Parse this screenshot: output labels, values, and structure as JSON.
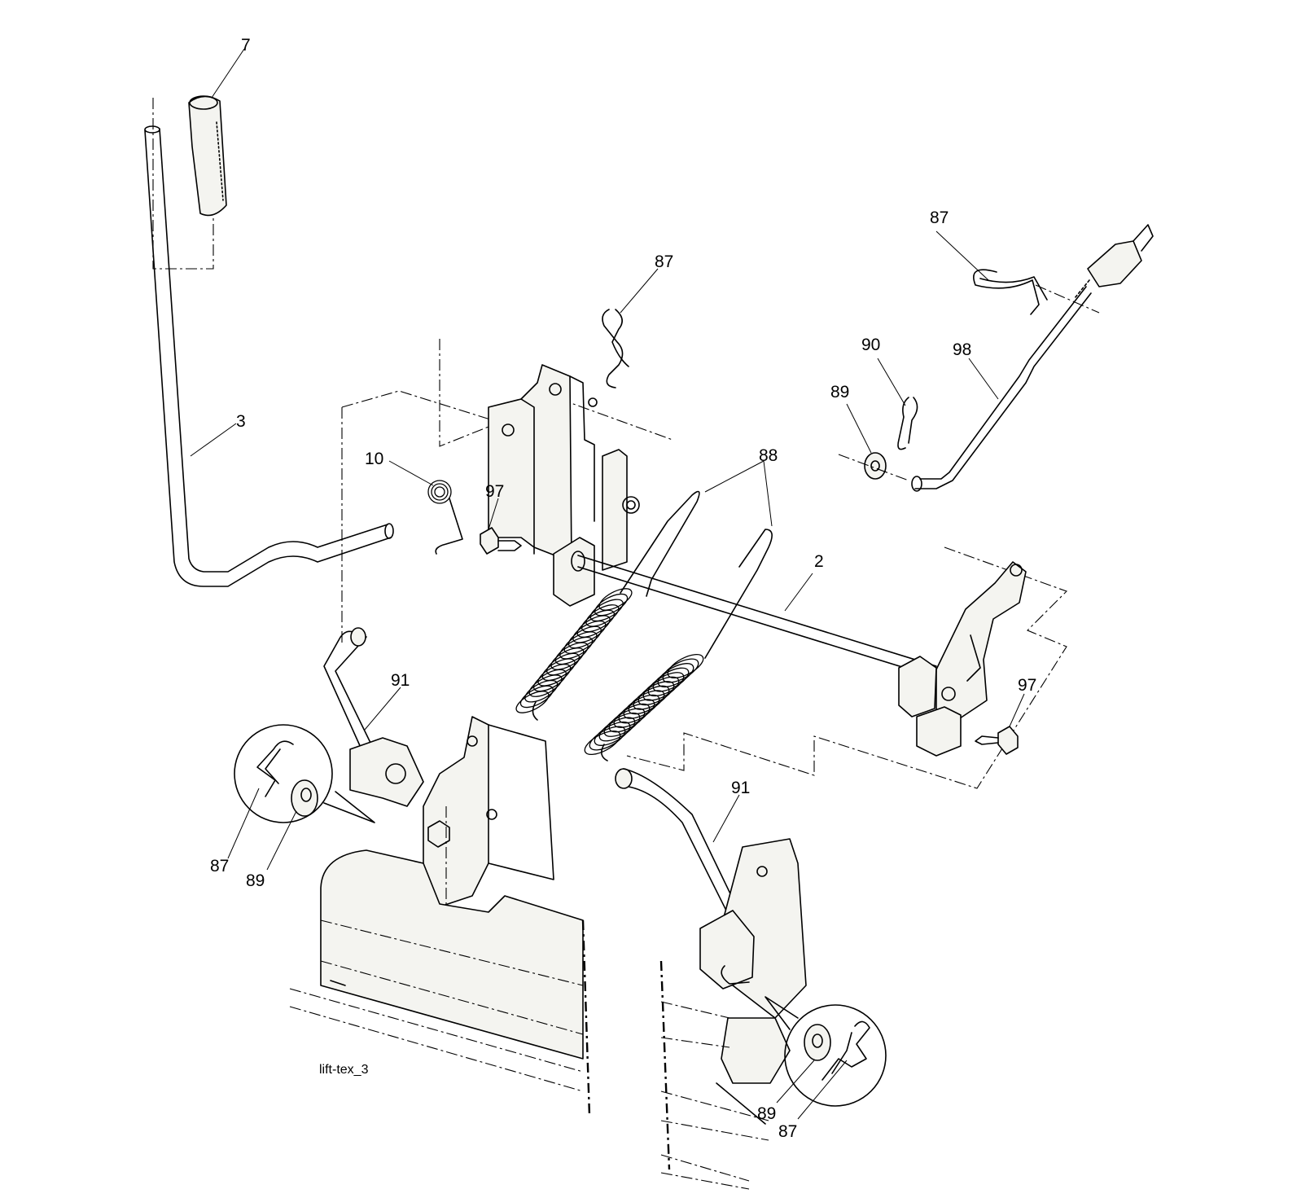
{
  "callouts": [
    {
      "id": "7",
      "text": "7"
    },
    {
      "id": "3",
      "text": "3"
    },
    {
      "id": "10",
      "text": "10"
    },
    {
      "id": "97a",
      "text": "97"
    },
    {
      "id": "87a",
      "text": "87"
    },
    {
      "id": "88",
      "text": "88"
    },
    {
      "id": "2",
      "text": "2"
    },
    {
      "id": "87b",
      "text": "87"
    },
    {
      "id": "90",
      "text": "90"
    },
    {
      "id": "98",
      "text": "98"
    },
    {
      "id": "89a",
      "text": "89"
    },
    {
      "id": "97b",
      "text": "97"
    },
    {
      "id": "91a",
      "text": "91"
    },
    {
      "id": "87c",
      "text": "87"
    },
    {
      "id": "89b",
      "text": "89"
    },
    {
      "id": "91b",
      "text": "91"
    },
    {
      "id": "89c",
      "text": "89"
    },
    {
      "id": "87d",
      "text": "87"
    }
  ],
  "caption": "lift-tex_3"
}
